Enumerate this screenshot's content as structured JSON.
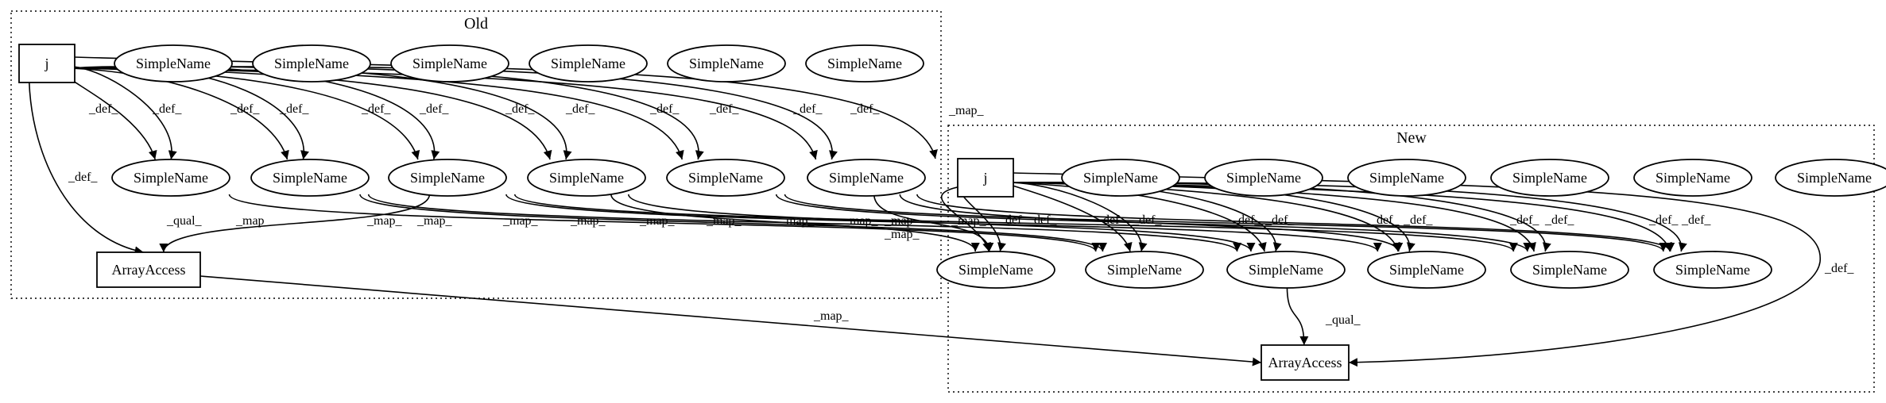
{
  "clusters": {
    "old": {
      "label": "Old"
    },
    "new": {
      "label": "New"
    }
  },
  "nodes": {
    "old_j": {
      "label": "j",
      "shape": "box"
    },
    "old_iso1": {
      "label": "SimpleName",
      "shape": "ellipse"
    },
    "old_iso2": {
      "label": "SimpleName",
      "shape": "ellipse"
    },
    "old_iso3": {
      "label": "SimpleName",
      "shape": "ellipse"
    },
    "old_iso4": {
      "label": "SimpleName",
      "shape": "ellipse"
    },
    "old_iso5": {
      "label": "SimpleName",
      "shape": "ellipse"
    },
    "old_iso6": {
      "label": "SimpleName",
      "shape": "ellipse"
    },
    "old_s1": {
      "label": "SimpleName",
      "shape": "ellipse"
    },
    "old_s2": {
      "label": "SimpleName",
      "shape": "ellipse"
    },
    "old_s3": {
      "label": "SimpleName",
      "shape": "ellipse"
    },
    "old_s4": {
      "label": "SimpleName",
      "shape": "ellipse"
    },
    "old_s5": {
      "label": "SimpleName",
      "shape": "ellipse"
    },
    "old_s6": {
      "label": "SimpleName",
      "shape": "ellipse"
    },
    "old_aa": {
      "label": "ArrayAccess",
      "shape": "box"
    },
    "new_j": {
      "label": "j",
      "shape": "box"
    },
    "new_iso1": {
      "label": "SimpleName",
      "shape": "ellipse"
    },
    "new_iso2": {
      "label": "SimpleName",
      "shape": "ellipse"
    },
    "new_iso3": {
      "label": "SimpleName",
      "shape": "ellipse"
    },
    "new_iso4": {
      "label": "SimpleName",
      "shape": "ellipse"
    },
    "new_iso5": {
      "label": "SimpleName",
      "shape": "ellipse"
    },
    "new_iso6": {
      "label": "SimpleName",
      "shape": "ellipse"
    },
    "new_s1": {
      "label": "SimpleName",
      "shape": "ellipse"
    },
    "new_s2": {
      "label": "SimpleName",
      "shape": "ellipse"
    },
    "new_s3": {
      "label": "SimpleName",
      "shape": "ellipse"
    },
    "new_s4": {
      "label": "SimpleName",
      "shape": "ellipse"
    },
    "new_s5": {
      "label": "SimpleName",
      "shape": "ellipse"
    },
    "new_s6": {
      "label": "SimpleName",
      "shape": "ellipse"
    },
    "new_aa": {
      "label": "ArrayAccess",
      "shape": "box"
    }
  },
  "edges": [
    {
      "id": "od_aa",
      "from": "old_j",
      "to": "old_aa",
      "label": "_def_"
    },
    {
      "id": "od1a",
      "from": "old_j",
      "to": "old_s1",
      "label": "_def_"
    },
    {
      "id": "od1b",
      "from": "old_j",
      "to": "old_s1",
      "label": "_def_"
    },
    {
      "id": "od2a",
      "from": "old_j",
      "to": "old_s2",
      "label": "_def_"
    },
    {
      "id": "od2b",
      "from": "old_j",
      "to": "old_s2",
      "label": "_def_"
    },
    {
      "id": "od3a",
      "from": "old_j",
      "to": "old_s3",
      "label": "_def_"
    },
    {
      "id": "od3b",
      "from": "old_j",
      "to": "old_s3",
      "label": "_def_"
    },
    {
      "id": "od4a",
      "from": "old_j",
      "to": "old_s4",
      "label": "_def_"
    },
    {
      "id": "od4b",
      "from": "old_j",
      "to": "old_s4",
      "label": "_def_"
    },
    {
      "id": "od5a",
      "from": "old_j",
      "to": "old_s5",
      "label": "_def_"
    },
    {
      "id": "od5b",
      "from": "old_j",
      "to": "old_s5",
      "label": "_def_"
    },
    {
      "id": "od6a",
      "from": "old_j",
      "to": "old_s6",
      "label": "_def_"
    },
    {
      "id": "od6b",
      "from": "old_j",
      "to": "old_s6",
      "label": "_def_"
    },
    {
      "id": "om_j",
      "from": "old_j",
      "to": "new_j",
      "label": "_map_"
    },
    {
      "id": "oq",
      "from": "old_s3",
      "to": "old_aa",
      "label": "_qual_"
    },
    {
      "id": "om1",
      "from": "old_s1",
      "to": "new_s2",
      "label": "_map_"
    },
    {
      "id": "om2",
      "from": "old_s2",
      "to": "new_s2",
      "label": "_map_"
    },
    {
      "id": "om3",
      "from": "old_s2",
      "to": "new_s3",
      "label": "_map_"
    },
    {
      "id": "om4",
      "from": "old_s3",
      "to": "new_s4",
      "label": "_map_"
    },
    {
      "id": "om5",
      "from": "old_s3",
      "to": "new_s5",
      "label": "_map_"
    },
    {
      "id": "om6",
      "from": "old_s4",
      "to": "new_s1",
      "label": "_map_"
    },
    {
      "id": "om7",
      "from": "old_s4",
      "to": "new_s3",
      "label": "_map_"
    },
    {
      "id": "om8",
      "from": "old_s5",
      "to": "new_s5",
      "label": "_map_"
    },
    {
      "id": "om9",
      "from": "old_s5",
      "to": "new_s6",
      "label": "_map_"
    },
    {
      "id": "om10",
      "from": "old_s6",
      "to": "new_s6",
      "label": "_map_"
    },
    {
      "id": "om11",
      "from": "old_s6",
      "to": "new_s4",
      "label": "_map_"
    },
    {
      "id": "om12",
      "from": "old_s6",
      "to": "new_s1",
      "label": "_map_"
    },
    {
      "id": "om_aa",
      "from": "old_aa",
      "to": "new_aa",
      "label": "_map_"
    },
    {
      "id": "nd1a",
      "from": "new_j",
      "to": "new_s1",
      "label": "_def_"
    },
    {
      "id": "nd1b",
      "from": "new_j",
      "to": "new_s1",
      "label": "_def_"
    },
    {
      "id": "nd2a",
      "from": "new_j",
      "to": "new_s2",
      "label": "_def_"
    },
    {
      "id": "nd2b",
      "from": "new_j",
      "to": "new_s2",
      "label": "_def_"
    },
    {
      "id": "nd3a",
      "from": "new_j",
      "to": "new_s3",
      "label": "_def_"
    },
    {
      "id": "nd3b",
      "from": "new_j",
      "to": "new_s3",
      "label": "_def_"
    },
    {
      "id": "nd4a",
      "from": "new_j",
      "to": "new_s4",
      "label": "_def_"
    },
    {
      "id": "nd4b",
      "from": "new_j",
      "to": "new_s4",
      "label": "_def_"
    },
    {
      "id": "nd5a",
      "from": "new_j",
      "to": "new_s5",
      "label": "_def_"
    },
    {
      "id": "nd5b",
      "from": "new_j",
      "to": "new_s5",
      "label": "_def_"
    },
    {
      "id": "nd6a",
      "from": "new_j",
      "to": "new_s6",
      "label": "_def_"
    },
    {
      "id": "nd6b",
      "from": "new_j",
      "to": "new_s6",
      "label": "_def_"
    },
    {
      "id": "nd_aa",
      "from": "new_j",
      "to": "new_aa",
      "label": "_def_"
    },
    {
      "id": "nq",
      "from": "new_s3",
      "to": "new_aa",
      "label": "_qual_"
    }
  ]
}
